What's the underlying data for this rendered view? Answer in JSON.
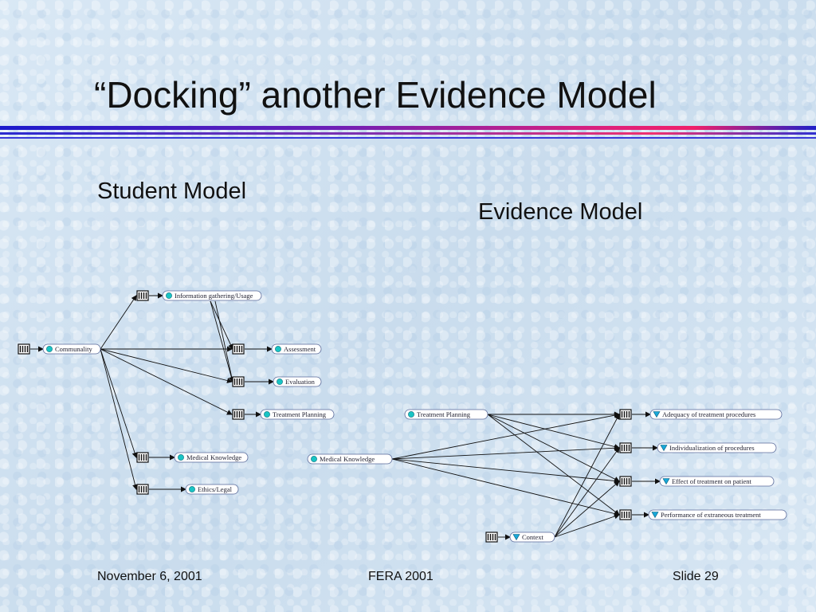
{
  "slide": {
    "title": "“Docking” another Evidence Model",
    "student_model_label": "Student Model",
    "evidence_model_label": "Evidence Model",
    "footer": {
      "date": "November 6, 2001",
      "conference": "FERA 2001",
      "slide_number": "Slide 29"
    }
  },
  "student_model": {
    "nodes": [
      {
        "id": "communality",
        "label": "Communality",
        "kind": "proficiency"
      },
      {
        "id": "info",
        "label": "Information gathering/Usage",
        "kind": "proficiency"
      },
      {
        "id": "assessment",
        "label": "Assessment",
        "kind": "proficiency"
      },
      {
        "id": "evaluation",
        "label": "Evaluation",
        "kind": "proficiency"
      },
      {
        "id": "treatment",
        "label": "Treatment Planning",
        "kind": "proficiency"
      },
      {
        "id": "medical",
        "label": "Medical Knowledge",
        "kind": "proficiency"
      },
      {
        "id": "ethics",
        "label": "Ethics/Legal",
        "kind": "proficiency"
      }
    ]
  },
  "evidence_model": {
    "nodes": [
      {
        "id": "em_treatment",
        "label": "Treatment Planning",
        "kind": "proficiency"
      },
      {
        "id": "em_medical",
        "label": "Medical Knowledge",
        "kind": "proficiency"
      },
      {
        "id": "em_context",
        "label": "Context",
        "kind": "observable"
      },
      {
        "id": "obs1",
        "label": "Adequacy of treatment procedures",
        "kind": "observable"
      },
      {
        "id": "obs2",
        "label": "Individualization of procedures",
        "kind": "observable"
      },
      {
        "id": "obs3",
        "label": "Effect of treatment on patient",
        "kind": "observable"
      },
      {
        "id": "obs4",
        "label": "Performance of extraneous treatment",
        "kind": "observable"
      }
    ]
  },
  "colors": {
    "proficiency_dot": "#19c4c4",
    "observable_marker": "#19a8d8",
    "edge": "#111111",
    "node_fill": "#ffffff",
    "node_border": "#5a6a9a"
  },
  "icons": {
    "distribution": "bar-chart-icon",
    "proficiency": "circle-dot-icon",
    "observable": "triangle-down-icon"
  }
}
